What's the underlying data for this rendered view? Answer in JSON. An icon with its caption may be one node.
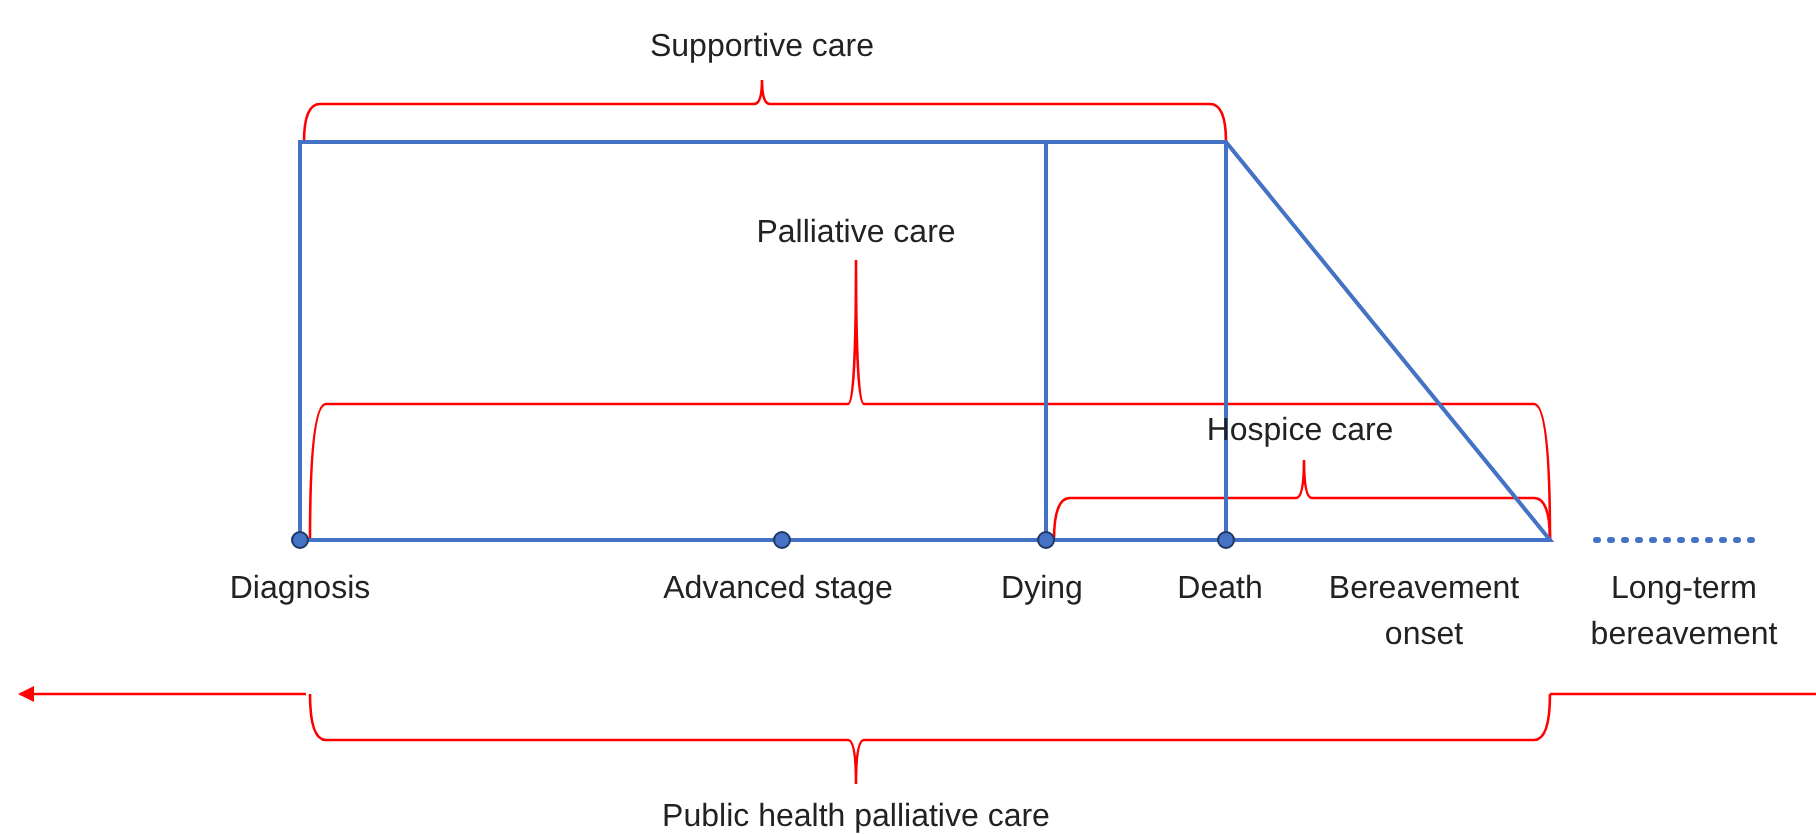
{
  "diagram": {
    "labels": [
      "Supportive care",
      "Palliative care",
      "Hospice care",
      "Diagnosis",
      "Advanced stage",
      "Dying",
      "Death",
      "Bereavement onset",
      "Long-term bereavement",
      "Public health palliative care"
    ]
  }
}
